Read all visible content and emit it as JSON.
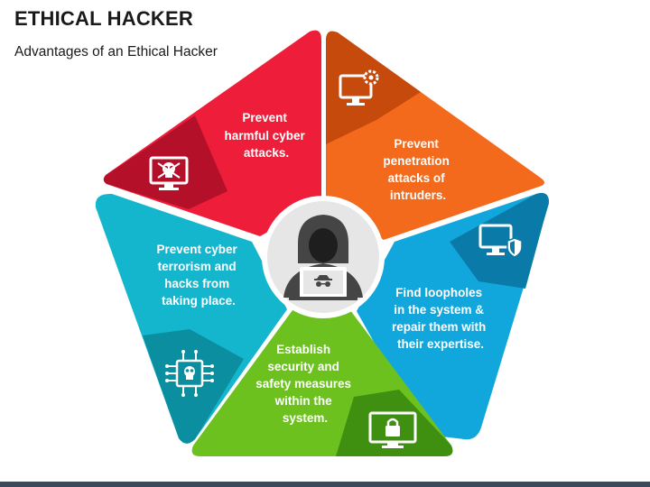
{
  "header": {
    "title": "ETHICAL HACKER",
    "subtitle": "Advantages of an Ethical Hacker"
  },
  "colors": {
    "red": "#ee1d3a",
    "red_dark": "#b5102a",
    "orange": "#f46a1c",
    "orange_dark": "#c54a0c",
    "blue": "#12a7dc",
    "blue_dark": "#0a7aa8",
    "green": "#6cc11f",
    "green_dark": "#3f8f11",
    "cyan": "#13b6cc",
    "cyan_dark": "#0b8ea0",
    "center": "#e6e6e6",
    "hacker": "#454545"
  },
  "segments": [
    {
      "id": "red",
      "icon": "skull-monitor-icon",
      "lines": [
        "Prevent",
        "harmful cyber",
        "attacks."
      ]
    },
    {
      "id": "orange",
      "icon": "monitor-gear-icon",
      "lines": [
        "Prevent",
        "penetration",
        "attacks of",
        "intruders."
      ]
    },
    {
      "id": "blue",
      "icon": "monitor-shield-icon",
      "lines": [
        "Find loopholes",
        "in the system &",
        "repair them with",
        "their expertise."
      ]
    },
    {
      "id": "green",
      "icon": "monitor-lock-icon",
      "lines": [
        "Establish",
        "security and",
        "safety measures",
        "within the",
        "system."
      ]
    },
    {
      "id": "cyan",
      "icon": "skull-chip-icon",
      "lines": [
        "Prevent cyber",
        "terrorism and",
        "hacks from",
        "taking place."
      ]
    }
  ]
}
